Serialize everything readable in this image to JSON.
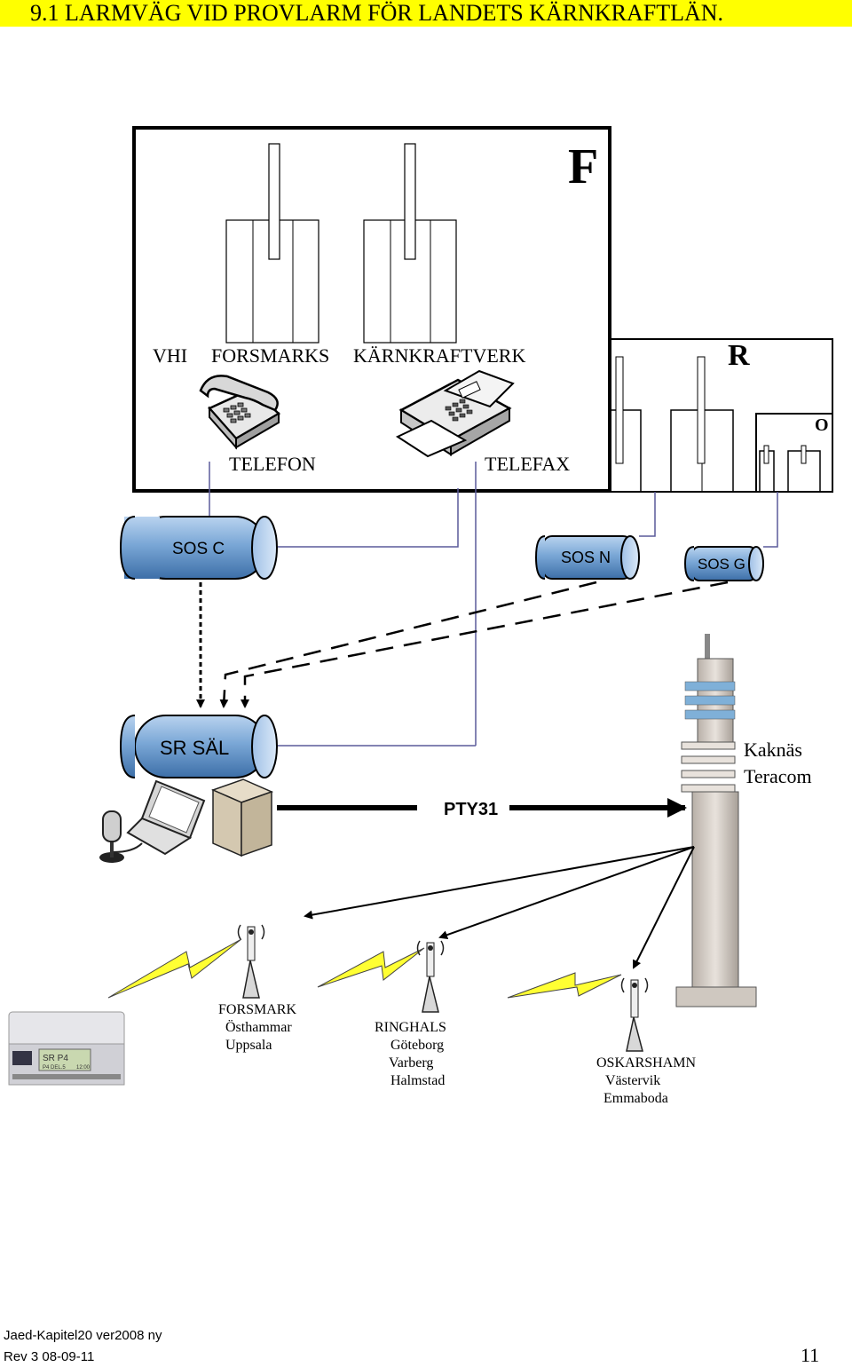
{
  "title": "9.1 LARMVÄG VID PROVLARM FÖR LANDETS KÄRNKRAFTLÄN.",
  "plants": {
    "f_letter": "F",
    "r_letter": "R",
    "o_letter": "O",
    "vhi": "VHI",
    "forsmarks": "FORSMARKS",
    "karnkraftverk": "KÄRNKRAFTVERK",
    "telefon": "TELEFON",
    "telefax": "TELEFAX"
  },
  "sos": {
    "c": "SOS C",
    "n": "SOS N",
    "g": "SOS G"
  },
  "sr": {
    "sal": "SR SÄL",
    "pty": "PTY31"
  },
  "tower": {
    "line1": "Kaknäs",
    "line2": "Teracom"
  },
  "stations": {
    "forsmark": [
      "FORSMARK",
      "Östhammar",
      "Uppsala"
    ],
    "ringhals": [
      "RINGHALS",
      "Göteborg",
      "Varberg",
      "Halmstad"
    ],
    "oskarshamn": [
      "OSKARSHAMN",
      "Västervik",
      "Emmaboda"
    ]
  },
  "receiver": {
    "display_line1": "SR P4",
    "display_line2": "P4 DEL.5",
    "display_time": "12:00"
  },
  "footer": {
    "doc": "Jaed-Kapitel20 ver2008 ny",
    "rev": "Rev 3 08-09-11",
    "page": "11"
  },
  "colors": {
    "title_bg": "#ffff00",
    "cylinder": "#7aa7d6",
    "bolt": "#ffff33",
    "line": "#5a5a9a"
  }
}
